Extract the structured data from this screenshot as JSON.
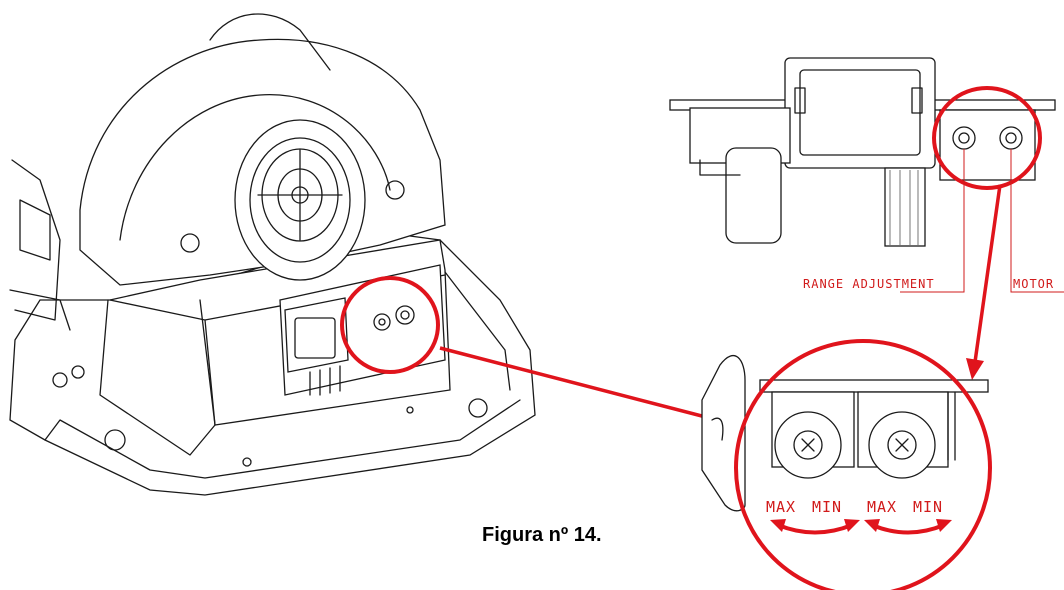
{
  "caption": "Figura nº 14.",
  "labels": {
    "range_adjustment": "RANGE ADJUSTMENT",
    "motor": "MOTOR"
  },
  "detail": {
    "left_max": "MAX",
    "left_min": "MIN",
    "right_max": "MAX",
    "right_min": "MIN"
  },
  "colors": {
    "highlight": "#e0141c",
    "annotation": "#d11b1b",
    "line": "#1a1a1a"
  }
}
